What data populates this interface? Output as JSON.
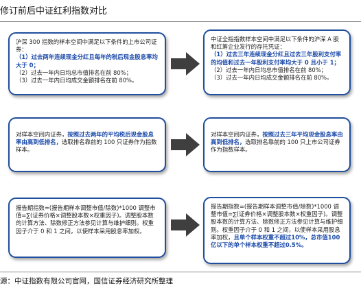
{
  "title": "修订前后中证红利指数对比",
  "rows": [
    {
      "left": {
        "lines": [
          {
            "text": "沪深 300 指数的样本空间中满足以下条件的上市公司证券：",
            "bold": false
          },
          {
            "text": "（1）过去两年连续现金分红且每年的税后现金股息率均大于 0；",
            "bold": true
          },
          {
            "text": "（2）过去一年内日均总市值排名在前 80%；",
            "bold": false
          },
          {
            "text": "（3）过去一年内日均成交金额排名在前 80%。",
            "bold": false
          }
        ]
      },
      "right": {
        "lines": [
          {
            "text": "中证全指指数样本空间中满足以下条件的沪深 A 股和红筹企业发行的存托凭证：",
            "bold": false
          },
          {
            "text": "（1）过去三年连续现金分红且过去三年股利支付率的均值和过去一年股利支付率均大于 0 且小于 1；",
            "bold": true
          },
          {
            "text": "（2）过去一年内日均总市值排名在前 80%；",
            "bold": false
          },
          {
            "text": "（3）过去一年内日均成交金额排名在前 80%。",
            "bold": false
          }
        ]
      }
    },
    {
      "left": {
        "segments": [
          {
            "text": "对样本空间内证券，",
            "bold": false
          },
          {
            "text": "按照过去两年的平均税后现金股息率由高到低排名，",
            "bold": true
          },
          {
            "text": "选取排名靠前的 100 只证券作为指数样本。",
            "bold": false
          }
        ]
      },
      "right": {
        "segments": [
          {
            "text": "对样本空间内证券，",
            "bold": false
          },
          {
            "text": "按照过去三年平均现金股息率由高到低排名，",
            "bold": true
          },
          {
            "text": "选取排名靠前的 100 只上市公司证券作为指数样本。",
            "bold": false
          }
        ]
      }
    },
    {
      "left": {
        "segments": [
          {
            "text": "报告期指数=(报告期样本调整市值/除数)*1000 调整市值=∑(证券价格×调整股本数×权重因子)。调整股本数的计算方法、除数修正方法参见计算与维护细则。权重因子介于 0 和 1 之间，以使样本采用股息率加权。",
            "bold": false
          }
        ]
      },
      "right": {
        "segments": [
          {
            "text": "报告期指数=(报告期样本调整市值/除数)*1000 调整市值=∑(证券价格×调整股本数×权重因子)。调整股本数的计算方法、除数修正方法参见计算与维护细则。权重因子介于 0 和 1 之间，以使样本采用股息率加权，",
            "bold": false
          },
          {
            "text": "且单个样本权重不超过10%，总市值100亿以下的单个样本权重不超过0.5%。",
            "bold": true
          }
        ]
      }
    }
  ],
  "source": "源：中证指数有限公司官网，国信证券经济研究所整理",
  "colors": {
    "border": "#1f4e9c",
    "highlight": "#1a49a8",
    "arrow": "#3f3f3f"
  }
}
